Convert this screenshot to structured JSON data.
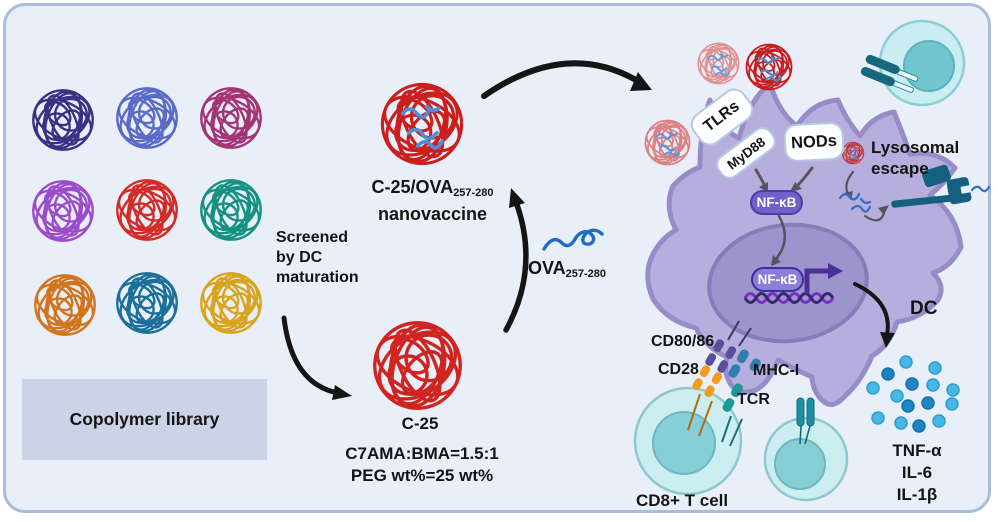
{
  "figure": {
    "bg_color": "#e9eff8",
    "border_color": "#a9bdd9"
  },
  "library": {
    "label": "Copolymer library",
    "balls": [
      {
        "name": "copolymer-navy",
        "color": "#3a3185"
      },
      {
        "name": "copolymer-blue",
        "color": "#5a6ac8"
      },
      {
        "name": "copolymer-magenta",
        "color": "#a33476"
      },
      {
        "name": "copolymer-purple",
        "color": "#9a4ccb"
      },
      {
        "name": "copolymer-red",
        "color": "#d32b26"
      },
      {
        "name": "copolymer-teal",
        "color": "#149181"
      },
      {
        "name": "copolymer-orange",
        "color": "#d2731d"
      },
      {
        "name": "copolymer-steelblue",
        "color": "#1c6f9a"
      },
      {
        "name": "copolymer-gold",
        "color": "#d8a31d"
      }
    ]
  },
  "screening": {
    "lines": [
      "Screened",
      "by DC",
      "maturation"
    ]
  },
  "c25": {
    "label": "C-25",
    "composition_line1": "C7AMA:BMA=1.5:1",
    "composition_line2": "PEG wt%=25 wt%",
    "color": "#d02420"
  },
  "ova": {
    "label": "OVA",
    "subscript": "257-280",
    "color": "#1f6ec4"
  },
  "nanovaccine": {
    "name": "C-25/OVA",
    "name_subscript": "257-280",
    "line2": "nanovaccine"
  },
  "dc_cell": {
    "label": "DC",
    "body_color": "#b6afdd",
    "nucleus_color": "#9d94ce",
    "tlrs_label": "TLRs",
    "myd88_label": "MyD88",
    "nods_label": "NODs",
    "nfkb_cytoplasm_label": "NF-κB",
    "nfkb_nucleus_label": "NF-κB",
    "lysosomal_escape_line1": "Lysosomal",
    "lysosomal_escape_line2": "escape"
  },
  "immune_synapse": {
    "cd80_86_label": "CD80/86",
    "cd28_label": "CD28",
    "mhc1_label": "MHC-I",
    "tcr_label": "TCR"
  },
  "t_cell": {
    "label": "CD8+ T cell",
    "outer_color": "#cdeef1",
    "nucleus_color": "#87cfd7"
  },
  "cytokines": {
    "labels": [
      "TNF-α",
      "IL-6",
      "IL-1β"
    ],
    "dot_colors": [
      "#47b7e6",
      "#1d85c5"
    ]
  }
}
